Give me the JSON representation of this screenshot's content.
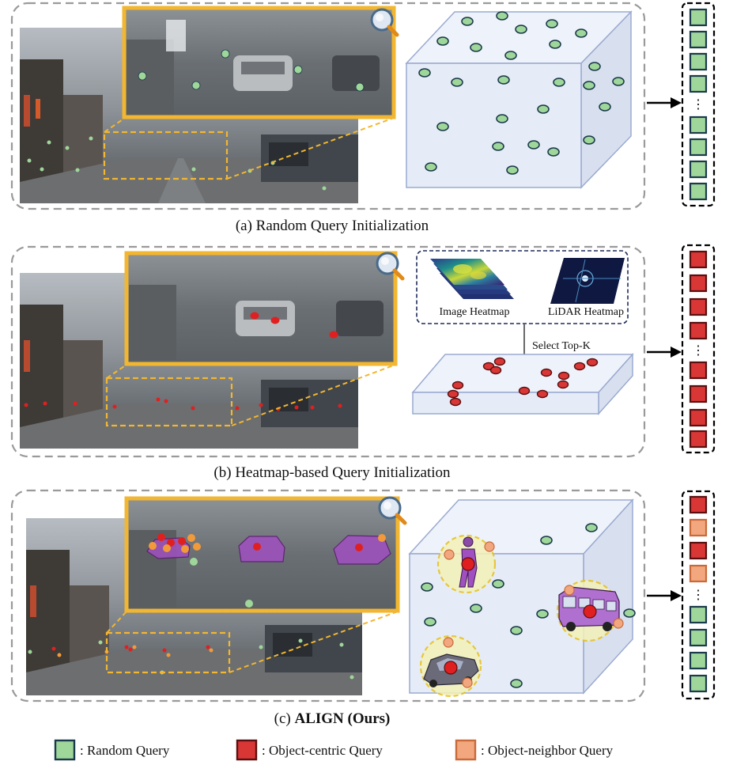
{
  "panels": [
    {
      "caption": "(a) Random Query Initialization"
    },
    {
      "caption": "(b) Heatmap-based Query Initialization",
      "heatmap_labels": {
        "image": "Image Heatmap",
        "lidar": "LiDAR Heatmap"
      },
      "select_label": "Select Top-K"
    },
    {
      "caption_prefix": "(c) ",
      "caption_bold": "ALIGN (Ours)"
    }
  ],
  "ellipsis": "⋮",
  "legend": [
    {
      "label": ": Random Query",
      "color": "#9fd69a",
      "border": "#1b3a4b"
    },
    {
      "label": ": Object-centric Query",
      "color": "#d93636",
      "border": "#5a1010"
    },
    {
      "label": ": Object-neighbor Query",
      "color": "#f2a77e",
      "border": "#c86a3a"
    }
  ],
  "colors": {
    "random": "#9fd69a",
    "centric": "#e02020",
    "neighbor": "#f29a3a",
    "highlight": "#f2b630",
    "box_face": "#e6ecf7",
    "box_edge": "#9aaad0"
  },
  "icons": [
    "magnifier-icon",
    "pedestrian-icon",
    "sports-car-icon",
    "bus-icon"
  ]
}
